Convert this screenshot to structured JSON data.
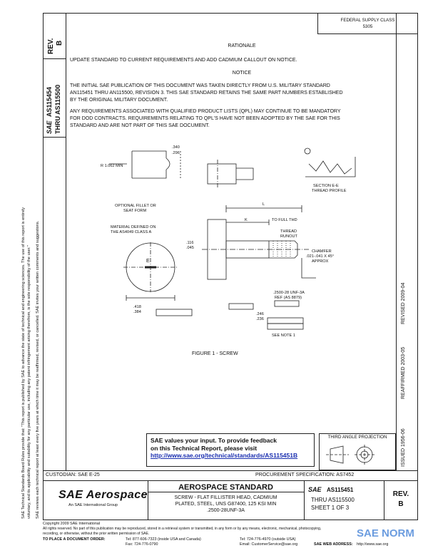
{
  "header_stamp": {
    "line1": "FEDERAL SUPPLY CLASS",
    "line2": "5305"
  },
  "side_rev": {
    "label": "REV.",
    "value": "B"
  },
  "side_ids": {
    "line1": "AS115454",
    "line2": "THRU AS115500",
    "prefix": "SAE"
  },
  "rationale": {
    "title": "RATIONALE",
    "text": "UPDATE STANDARD TO CURRENT REQUIREMENTS AND ADD CADMIUM CALLOUT ON NOTICE."
  },
  "notice": {
    "title": "NOTICE",
    "p1": "THE INITIAL SAE PUBLICATION OF THIS DOCUMENT WAS TAKEN DIRECTLY FROM U.S. MILITARY STANDARD",
    "p1b": "AN115451 THRU AN115500, REVISION 3. THIS SAE STANDARD RETAINS THE SAME PART NUMBERS ESTABLISHED",
    "p1c": "BY THE ORIGINAL MILITARY DOCUMENT.",
    "p2": "ANY REQUIREMENTS ASSOCIATED WITH QUALIFIED PRODUCT LISTS (QPL) MAY CONTINUE TO BE MANDATORY",
    "p2b": "FOR DOD CONTRACTS. REQUIREMENTS RELATING TO QPL'S HAVE NOT BEEN ADOPTED BY THE SAE FOR THIS",
    "p2c": "STANDARD AND ARE NOT PART OF THIS SAE DOCUMENT."
  },
  "drawing": {
    "r_label": "R 1.062 MIN",
    "opt_label1": "OPTIONAL FILLET OR",
    "opt_label2": "SEAT FORM",
    "dim_340": ".340",
    "dim_296": ".296",
    "material_label1": "MATERIAL DEFINED ON",
    "material_label2": "THE AS4049 CLASS A",
    "dim_l": "L",
    "dim_k": "K",
    "thread_label": "TO FULL THD",
    "thread_runout1": "THREAD",
    "thread_runout2": "RUNOUT",
    "chamfer1": "CHAMFER",
    "chamfer2": ".021-.041 X 45°",
    "chamfer3": "APPROX",
    "thread_spec1": ".2500-28 UNF-3A",
    "thread_spec2": "REF (AS 8879)",
    "section_label1": "SECTION E-E",
    "section_label2": "THREAD PROFILE",
    "e_label": "E",
    "dim_418": ".418",
    "dim_384": ".384",
    "dim_116": ".116",
    "dim_045": ".045",
    "dim_246": ".246",
    "dim_236": ".236",
    "see_note": "SEE NOTE 1",
    "figure_caption": "FIGURE 1 - SCREW"
  },
  "feedback": {
    "line1": "SAE values your input. To provide feedback",
    "line2": "on this Technical Report, please visit",
    "link": "http://www.sae.org/technical/standards/AS115451B"
  },
  "projection": {
    "label": "THIRD ANGLE PROJECTION"
  },
  "right_margin": {
    "issued": "ISSUED 1956-06",
    "reaffirmed": "REAFFIRMED 2003-05",
    "revised": "REVISED 2009-04"
  },
  "left_margin": {
    "line1": "SAE Technical Standards Board Rules provide that: \"This report is published by SAE to advance the state of technical and engineering sciences. The use of this report is entirely",
    "line2": "voluntary, and its applicability and suitability for any particular use, including any patent infringement arising therefrom, is the sole responsibility of the user.\"",
    "line3": "SAE reviews each technical report at least every five years at which time it may be reaffirmed, revised, or cancelled. SAE invites your written comments and suggestions."
  },
  "title_block": {
    "custodian": "CUSTODIAN: SAE E-25",
    "procurement": "PROCUREMENT SPECIFICATION: AS7452",
    "logo_text": "SAE Aerospace",
    "logo_sub": "An SAE International Group",
    "standard_title": "AEROSPACE STANDARD",
    "desc1": "SCREW - FLAT FILLISTER HEAD, CADMIUM",
    "desc2": "PLATED, STEEL, UNS G87400, 125 KSI MIN",
    "desc3": ".2500-28UNF-3A",
    "doc_prefix": "SAE",
    "doc_number": "AS115451",
    "doc_thru": "THRU AS115500",
    "sheet": "SHEET 1 OF 3",
    "rev_label": "REV.",
    "rev_value": "B"
  },
  "footer": {
    "copyright": "Copyright 2009 SAE International",
    "rights": "All rights reserved. No part of this publication may be reproduced, stored in a retrieval system or transmitted, in any form or by any means, electronic, mechanical, photocopying,",
    "rights2": "recording, or otherwise, without the prior written permission of SAE.",
    "order_label": "TO PLACE A DOCUMENT ORDER:",
    "tel1": "Tel: 877-606-7323 (inside USA and Canada)",
    "tel2": "Tel: 724-776-4970 (outside USA)",
    "fax": "Fax: 724-776-0790",
    "email": "Email: CustomerService@sae.org",
    "web_label": "SAE WEB ADDRESS:",
    "web": "http://www.sae.org",
    "watermark": "SAE NORM"
  }
}
